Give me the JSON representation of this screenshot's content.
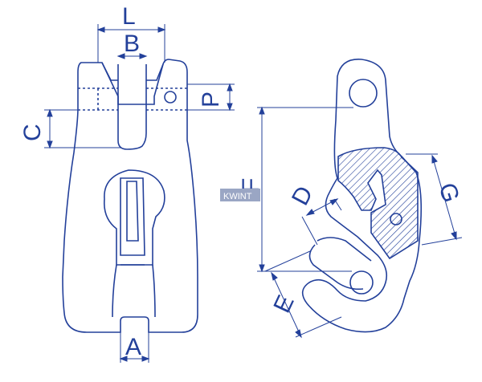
{
  "dimension_labels": {
    "L": "L",
    "B": "B",
    "P": "P",
    "C": "C",
    "A": "A",
    "F": "F",
    "D": "D",
    "G": "G",
    "E": "E"
  },
  "watermark": "KWINT",
  "colors": {
    "line": "#23409a",
    "hatch": "#23409a",
    "watermark_bg": "#9aa6c4",
    "background": "#ffffff"
  }
}
